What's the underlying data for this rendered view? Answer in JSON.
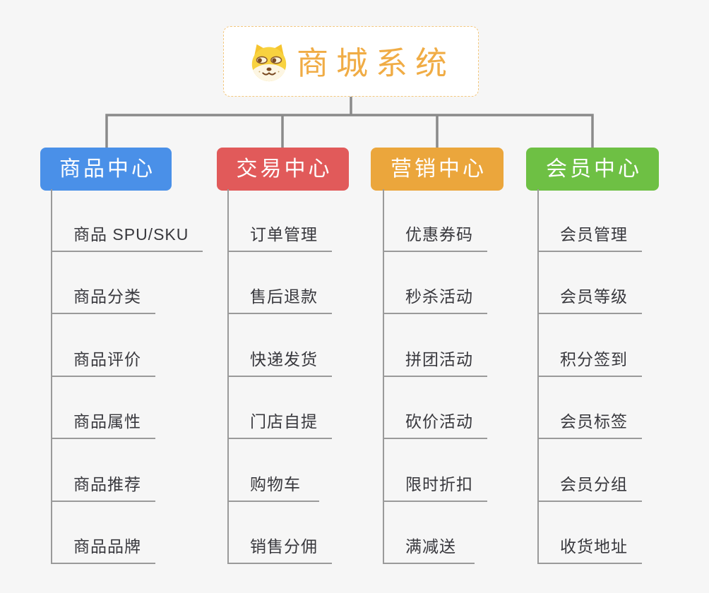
{
  "root": {
    "title": "商城系统",
    "icon": "doge-icon"
  },
  "branches": [
    {
      "label": "商品中心",
      "color": "#4A90E8",
      "items": [
        "商品 SPU/SKU",
        "商品分类",
        "商品评价",
        "商品属性",
        "商品推荐",
        "商品品牌"
      ]
    },
    {
      "label": "交易中心",
      "color": "#E15A5A",
      "items": [
        "订单管理",
        "售后退款",
        "快递发货",
        "门店自提",
        "购物车",
        "销售分佣"
      ]
    },
    {
      "label": "营销中心",
      "color": "#EBA63C",
      "items": [
        "优惠券码",
        "秒杀活动",
        "拼团活动",
        "砍价活动",
        "限时折扣",
        "满减送"
      ]
    },
    {
      "label": "会员中心",
      "color": "#6EC044",
      "items": [
        "会员管理",
        "会员等级",
        "积分签到",
        "会员标签",
        "会员分组",
        "收货地址"
      ]
    }
  ],
  "colors": {
    "background": "#F6F6F6",
    "connector": "#8A8A8A",
    "leaf_line": "#9A9A9A",
    "leaf_text": "#38383D",
    "root_text": "#F0AC45",
    "root_border": "#F3C77E",
    "branch_text": "#FFFFFF"
  }
}
